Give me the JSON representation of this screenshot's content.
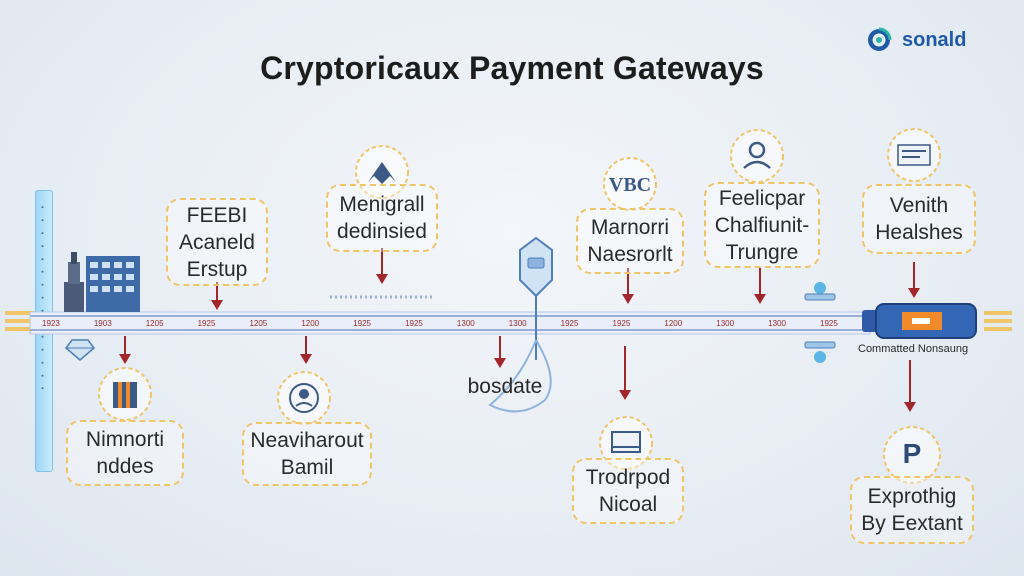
{
  "title": "Cryptoricaux Payment Gateways",
  "brand": {
    "name": "sonald"
  },
  "ticks": [
    "1923",
    "1903",
    "1205",
    "1925",
    "1205",
    "1200",
    "1925",
    "1925",
    "1300",
    "1300",
    "1925",
    "1925",
    "1200",
    "1300",
    "1300",
    "1925"
  ],
  "top_nodes": [
    {
      "lines": [
        "FEEBI",
        "Acaneld",
        "Erstup"
      ]
    },
    {
      "lines": [
        "Menigrall",
        "dedinsied"
      ]
    },
    {
      "lines": [
        "Marnorri",
        "Naesrorlt"
      ]
    },
    {
      "lines": [
        "Feelicpar",
        "Chalfiunit-",
        "Trungre"
      ]
    },
    {
      "lines": [
        "Venith",
        "Healshes"
      ]
    }
  ],
  "top_icon_labels": {
    "vbc": "VBC"
  },
  "bottom_nodes": [
    {
      "lines": [
        "Nimnorti",
        "nddes"
      ]
    },
    {
      "lines": [
        "Neaviharout",
        "Bamil"
      ]
    },
    {
      "lines": [
        "Trodrpod",
        "Nicoal"
      ]
    },
    {
      "lines": [
        "Exprothig",
        "By Eextant"
      ]
    }
  ],
  "bottom_icon_labels": {
    "p": "P"
  },
  "center_label": "bosdate",
  "right_label": "Commatted Nonsaung",
  "colors": {
    "timeline": "#c9d6f0",
    "arrow": "#a3262a",
    "accent": "#f0c468",
    "ending": "#2e5aa8"
  }
}
